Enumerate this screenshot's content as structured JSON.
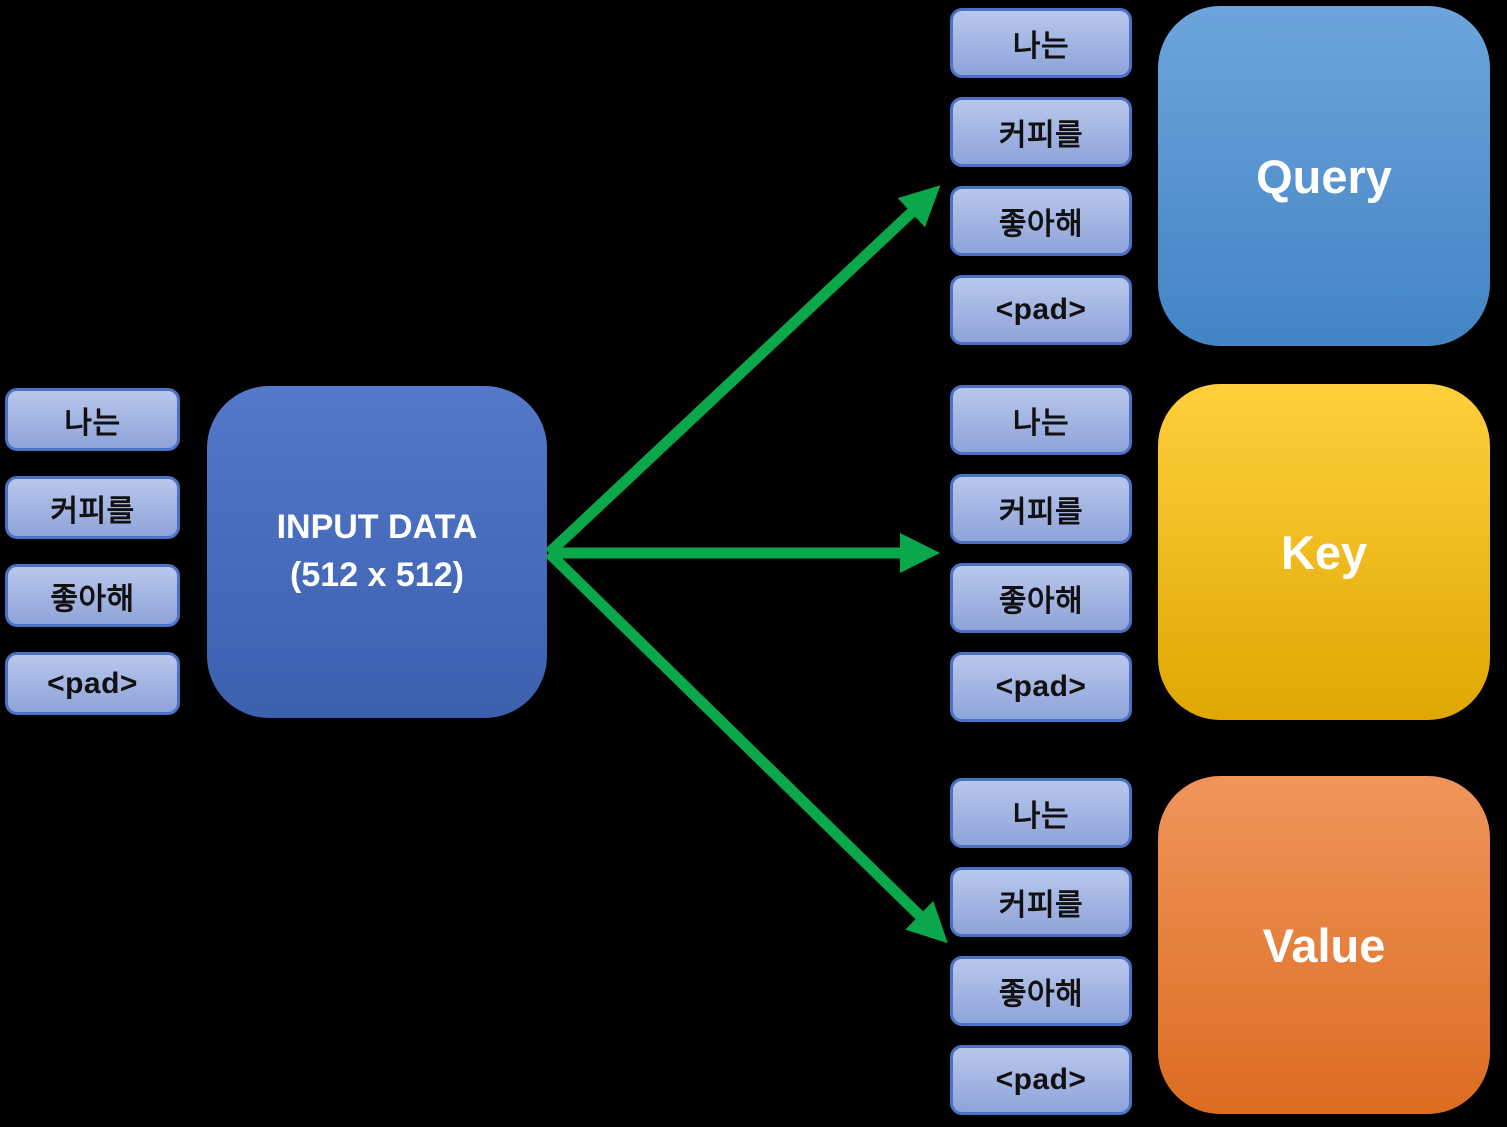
{
  "diagram": {
    "input_tokens": [
      "나는",
      "커피를",
      "좋아해",
      "<pad>"
    ],
    "input_box": {
      "line1": "INPUT DATA",
      "line2": "(512 x 512)"
    },
    "branches": [
      {
        "name": "query",
        "label": "Query",
        "tokens": [
          "나는",
          "커피를",
          "좋아해",
          "<pad>"
        ]
      },
      {
        "name": "key",
        "label": "Key",
        "tokens": [
          "나는",
          "커피를",
          "좋아해",
          "<pad>"
        ]
      },
      {
        "name": "value",
        "label": "Value",
        "tokens": [
          "나는",
          "커피를",
          "좋아해",
          "<pad>"
        ]
      }
    ]
  },
  "colors": {
    "background": "#000000",
    "token_fill_top": "#b9c7ed",
    "token_fill_bottom": "#8ea3d8",
    "token_border": "#4a72c4",
    "token_text": "#111111",
    "label_text": "#ffffff",
    "input_fill_top": "#5478ca",
    "input_fill_bottom": "#3a60ae",
    "query_fill_top": "#6da4dc",
    "query_fill_bottom": "#4284c4",
    "key_fill_top": "#ffcf3d",
    "key_fill_bottom": "#dfa700",
    "value_fill_top": "#f0955c",
    "value_fill_bottom": "#dc6c20",
    "arrow_green": "#0aa84a"
  }
}
